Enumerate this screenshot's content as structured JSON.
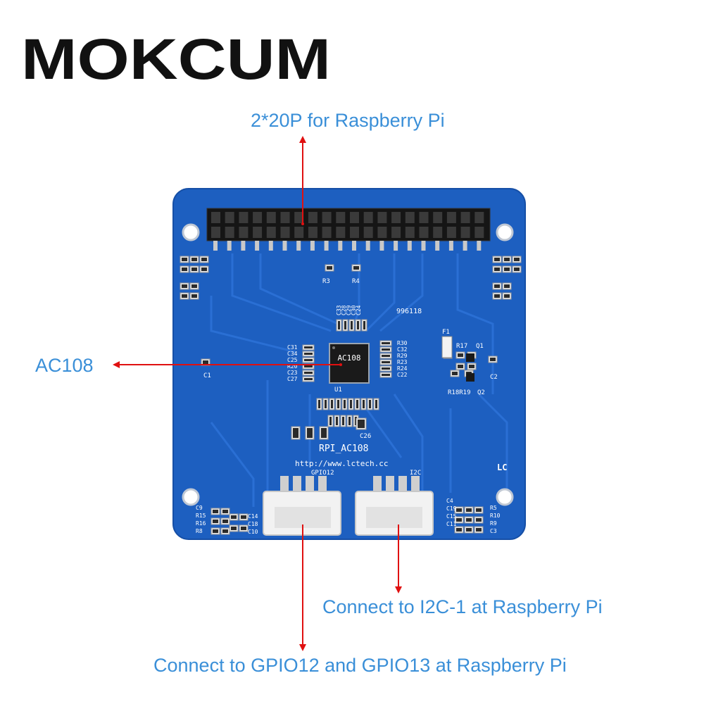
{
  "brand": {
    "name": "MOKCUM"
  },
  "callouts": {
    "header": "2*20P for Raspberry Pi",
    "chip": "AC108",
    "i2c": "Connect to I2C-1 at Raspberry Pi",
    "gpio": "Connect to GPIO12 and GPIO13 at Raspberry Pi"
  },
  "board_silkscreen": {
    "board_name": "RPI_AC108",
    "url": "http://www.lctech.cc",
    "logo": "LC",
    "code": "996118",
    "chip_mark": "AC108",
    "ref_u1": "U1",
    "conn_gpio": "GPIO12",
    "conn_i2c": "I2C",
    "ref_f1": "F1",
    "ref_q1": "Q1",
    "ref_q2": "Q2",
    "ref_r3": "R3",
    "ref_r4": "R4",
    "ref_c26": "C26",
    "ref_r18r19": "R18R19",
    "ref_r17": "R17",
    "ref_c1": "C1",
    "ref_c2": "C2",
    "left_block": [
      "C31",
      "C34",
      "C25",
      "R20",
      "C23",
      "C27"
    ],
    "right_block": [
      "R30",
      "C32",
      "R29",
      "R23",
      "R24",
      "C22"
    ],
    "top_block": [
      "C33",
      "C28",
      "C29",
      "C30",
      "C24"
    ],
    "bottom_left_refs": [
      "C9",
      "R15",
      "R16",
      "R8"
    ],
    "bottom_left_refs2": [
      "C14",
      "C18",
      "C10"
    ],
    "bottom_right_refs": [
      "R5",
      "R10",
      "R9",
      "C3"
    ],
    "bottom_right_refs2": [
      "C4",
      "C19",
      "C15",
      "C11"
    ]
  },
  "colors": {
    "callout_text": "#3a8fd8",
    "arrow": "#e01010",
    "board": "#1d5fc0",
    "board_edge": "#164fa6"
  }
}
